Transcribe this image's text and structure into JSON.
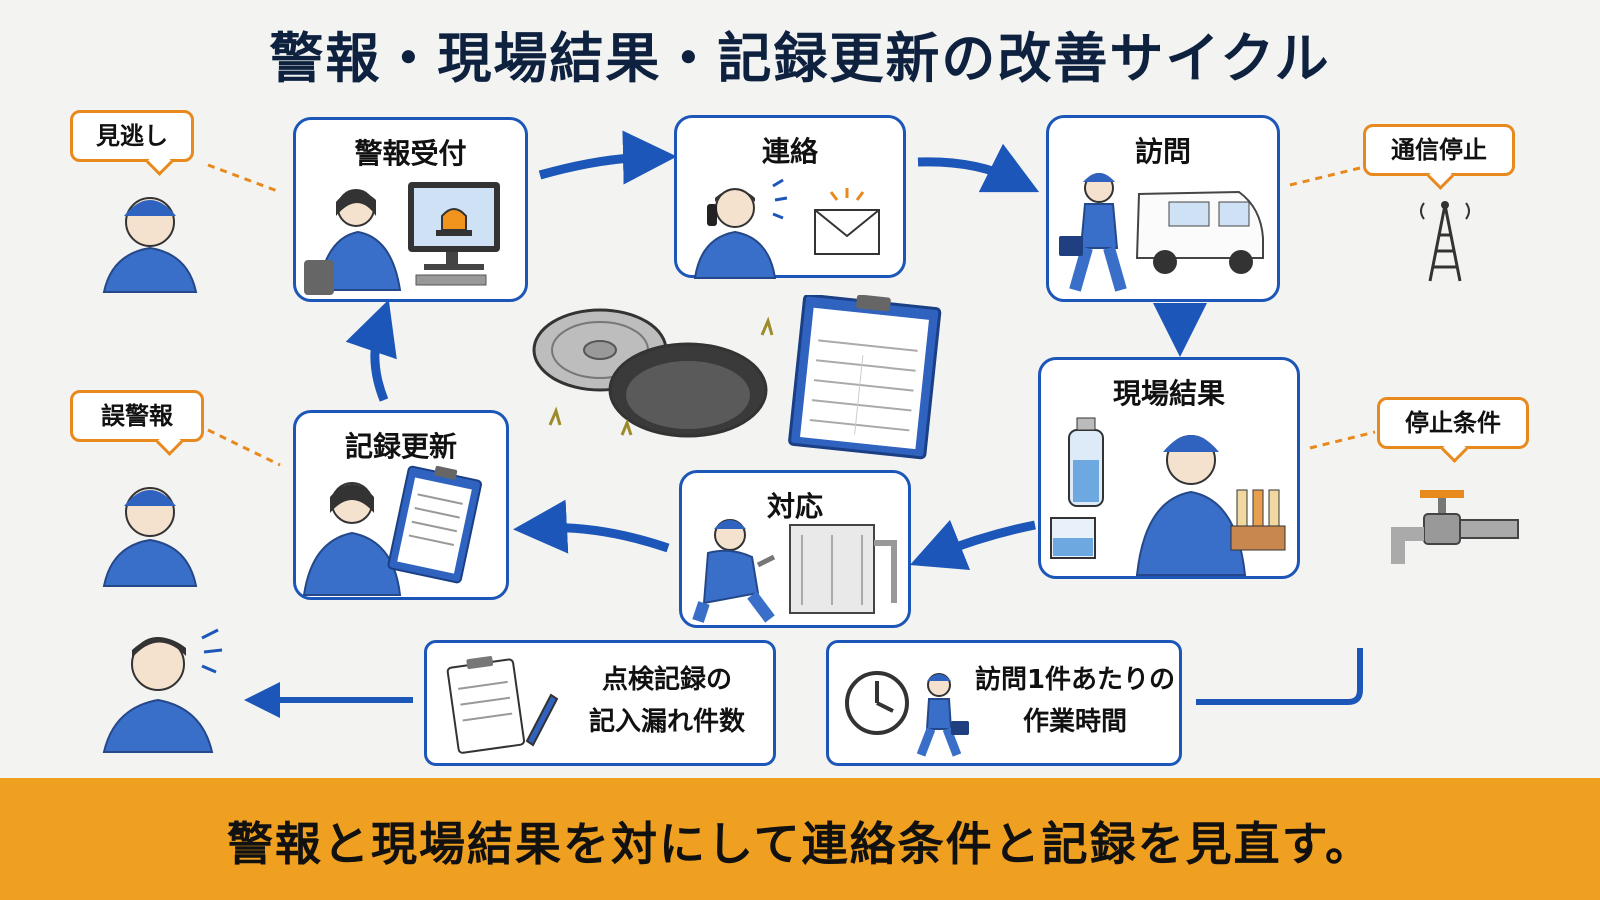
{
  "title": "警報・現場結果・記録更新の改善サイクル",
  "steps": {
    "alarm_receipt": "警報受付",
    "contact": "連絡",
    "visit": "訪問",
    "site_result": "現場結果",
    "response": "対応",
    "record_update": "記録更新"
  },
  "issues": {
    "missed": "見逃し",
    "false_alarm": "誤警報",
    "comm_stop": "通信停止",
    "stop_condition": "停止条件"
  },
  "kpis": {
    "missing_records_line1": "点検記録の",
    "missing_records_line2": "記入漏れ件数",
    "work_time_line1": "訪問1件あたりの",
    "work_time_line2": "作業時間"
  },
  "banner": "警報と現場結果を対にして連絡条件と記録を見直す。",
  "colors": {
    "accent_blue": "#1b56b8",
    "issue_orange": "#e8891e",
    "banner_orange": "#f0a020",
    "title_navy": "#0e2240"
  }
}
